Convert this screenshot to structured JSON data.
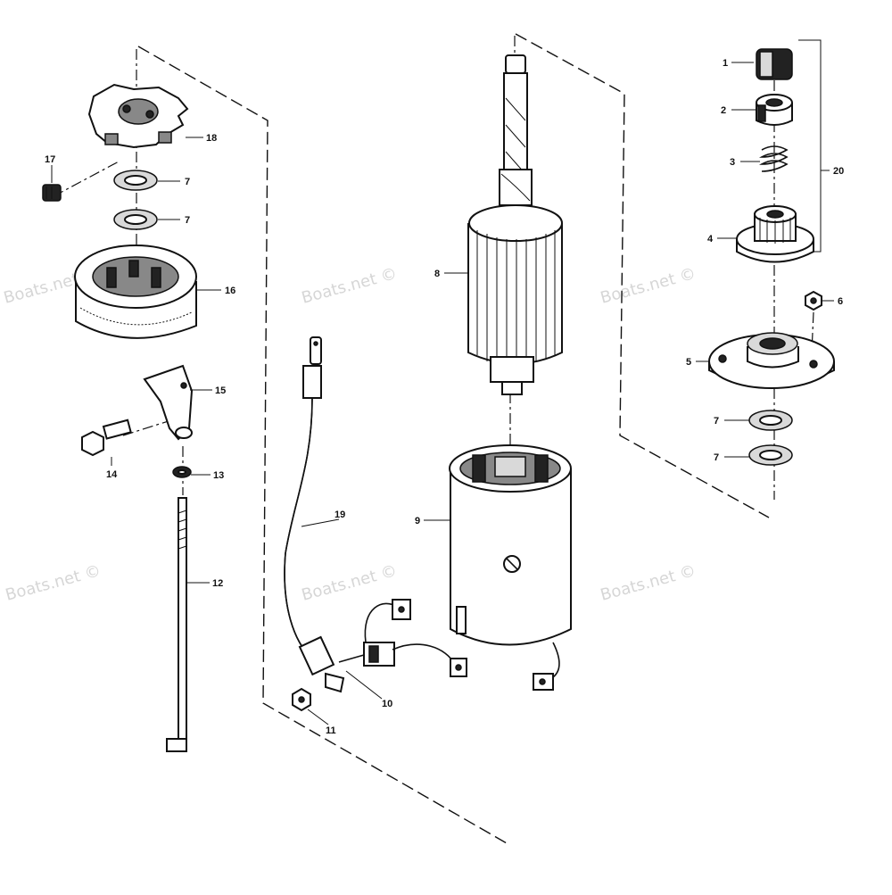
{
  "watermark": "Boats.net ©",
  "watermark_partial": "Boats.net",
  "callouts": {
    "c1": "1",
    "c2": "2",
    "c3": "3",
    "c4": "4",
    "c5": "5",
    "c6": "6",
    "c7a": "7",
    "c7b": "7",
    "c7c": "7",
    "c7d": "7",
    "c8": "8",
    "c9": "9",
    "c10": "10",
    "c11": "11",
    "c12": "12",
    "c13": "13",
    "c14": "14",
    "c15": "15",
    "c16": "16",
    "c17": "17",
    "c18": "18",
    "c19": "19",
    "c20": "20"
  }
}
